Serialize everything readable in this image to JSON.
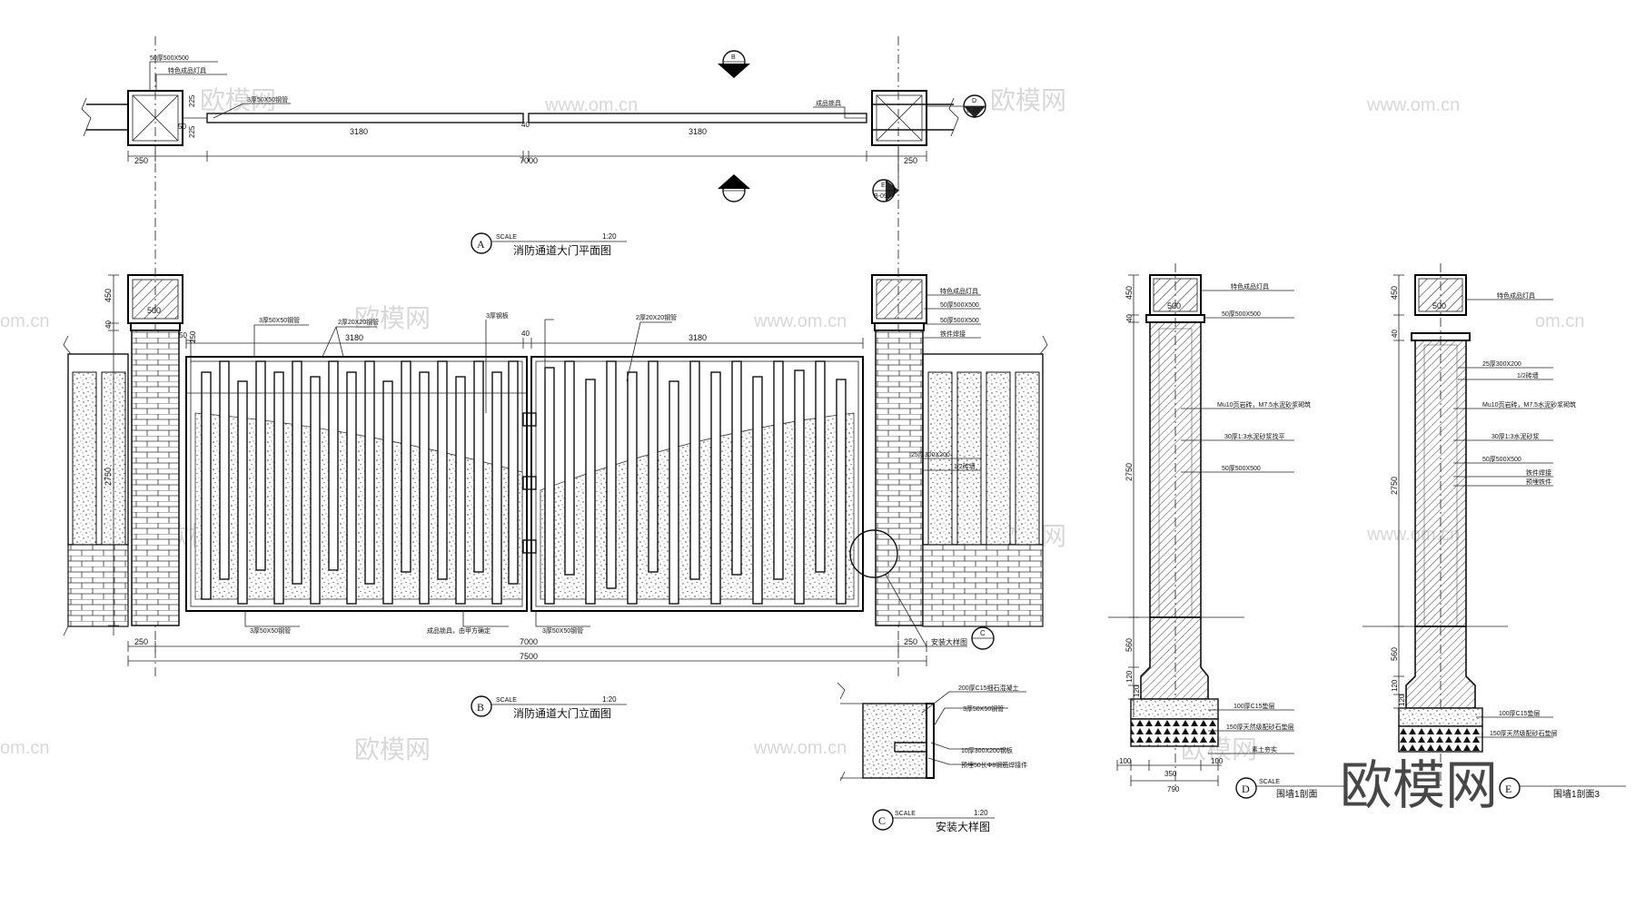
{
  "watermarks": {
    "cn": "欧模网",
    "url": "www.om.cn",
    "url_short": "om.cn",
    "brand": "欧模网"
  },
  "views": {
    "A": {
      "letter": "A",
      "scale_word": "SCALE",
      "scale": "1:20",
      "title": "消防通道大门平面图",
      "dims": {
        "left_pier": "250",
        "right_pier": "250",
        "leaf_left": "3180",
        "leaf_right": "3180",
        "gap": "40",
        "total": "7000",
        "d225a": "225",
        "d225b": "225",
        "d50": "50"
      },
      "labels": {
        "pier_cap": "50厚500X500",
        "pier_note": "特色成品灯具",
        "tube": "3厚50X50钢管",
        "right_note": "成品锁具"
      }
    },
    "B": {
      "letter": "B",
      "scale_word": "SCALE",
      "scale": "1:20",
      "title": "消防通道大门立面图",
      "dims": {
        "h450": "450",
        "h40": "40",
        "h2750": "2750",
        "top50": "50",
        "top250": "250",
        "leaf_left": "3180",
        "leaf_right": "3180",
        "gap": "40",
        "w500": "500",
        "total7000": "7000",
        "total7500": "7500",
        "left250": "250",
        "right250": "250"
      },
      "labels": {
        "tube_top": "3厚50X50钢管",
        "bar1": "2厚20X20钢管",
        "hinge": "3厚钢板",
        "bar2": "2厚20X20钢管",
        "r1": "特色成品灯具",
        "r2": "50厚500X500",
        "r3": "50厚500X500",
        "r4": "铁件焊接",
        "r5": "25厚300X200",
        "r6": "1/2砖墙",
        "bot1": "3厚50X50钢管",
        "bot2": "成品锁具，由甲方确定",
        "bot3": "3厚50X50钢管",
        "install": "安装大样图",
        "ref_c": "C"
      }
    },
    "C": {
      "letter": "C",
      "scale_word": "SCALE",
      "scale": "1:20",
      "title": "安装大样图",
      "labels": {
        "l1": "200厚C15细石混凝土",
        "l2": "3厚50X50钢管",
        "l3": "10厚300X200钢板",
        "l4": "预埋50长Φ8钢筋焊接件"
      }
    },
    "D": {
      "letter": "D",
      "scale_word": "SCALE",
      "title": "围墙1剖面",
      "dims": {
        "h450": "450",
        "h40": "40",
        "h2750": "2750",
        "h560": "560",
        "h120a": "120",
        "h120b": "120",
        "w500": "500",
        "b100a": "100",
        "b100b": "100",
        "b350": "350",
        "b790": "790"
      },
      "labels": {
        "l1": "特色成品灯具",
        "l2": "50厚500X500",
        "l3": "Mu10页岩砖，M7.5水泥砂浆砌筑",
        "l4": "30厚1:3水泥砂浆找平",
        "l5": "50厚500X500",
        "l6": "100厚C15垫层",
        "l7": "150厚天然级配砂石垫层",
        "l8": "素土夯实"
      }
    },
    "E": {
      "letter": "E",
      "title": "围墙1剖面3",
      "dims": {
        "h450": "450",
        "h40": "40",
        "h2750": "2750",
        "h560": "560",
        "h120a": "120",
        "h120b": "120",
        "w500": "500"
      },
      "labels": {
        "l1": "特色成品灯具",
        "l2": "25厚300X200",
        "l3": "1/2砖墙",
        "l4": "Mu10页岩砖，M7.5水泥砂浆砌筑",
        "l5": "30厚1:3水泥砂浆",
        "l6": "50厚500X500",
        "l7": "铁件焊接",
        "l8": "预埋铁件",
        "l9": "100厚C15垫层",
        "l10": "150厚天然级配砂石垫层"
      }
    },
    "markers": {
      "B": "B",
      "D": "D",
      "E": "E",
      "ref": "B-09"
    }
  }
}
